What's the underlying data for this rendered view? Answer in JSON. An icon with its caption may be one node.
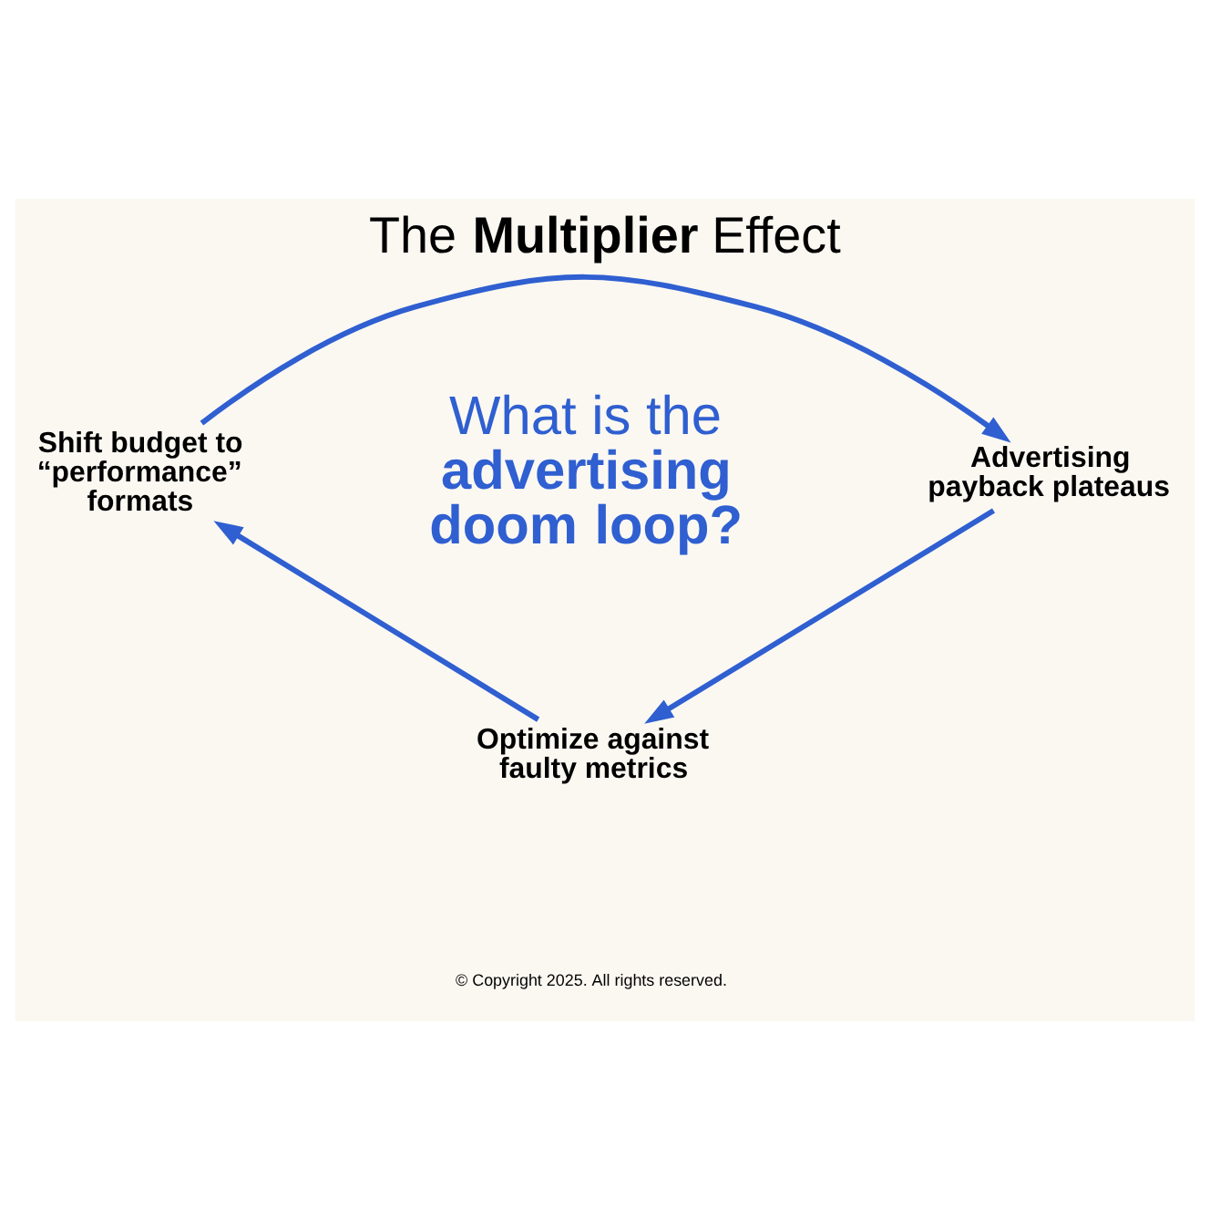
{
  "diagram": {
    "title": "The **Multiplier** Effect",
    "nodes": [
      {
        "text": [
          "Shift budget to “performance” formats"
        ]
      },
      {
        "text": [
          "Advertising payback plateaus"
        ]
      },
      {
        "text": [
          "Optimize against faulty metrics"
        ]
      }
    ],
    "edges": [
      {
        "from": 0,
        "to": 1,
        "arrow": "to"
      },
      {
        "from": 1,
        "to": 2,
        "arrow": "to"
      },
      {
        "from": 2,
        "to": 0,
        "arrow": "to"
      }
    ],
    "labels": [
      "What is the **advertising doom loop?**",
      "© Copyright 2025. All rights reserved."
    ]
  }
}
